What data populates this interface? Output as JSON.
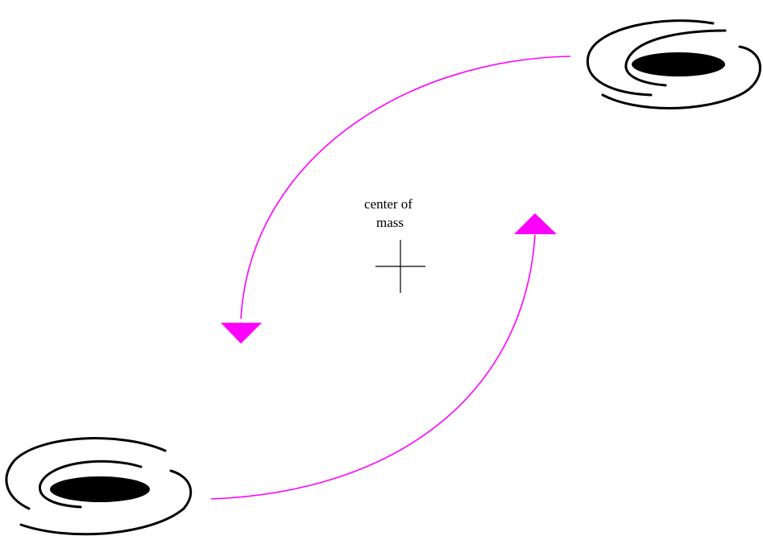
{
  "diagram": {
    "label_line1": "center of",
    "label_line2": "mass",
    "orbit_color": "#ff00ff",
    "galaxy_color": "#000000",
    "marker": "crosshair-icon",
    "arrow_shape": "triangle"
  }
}
